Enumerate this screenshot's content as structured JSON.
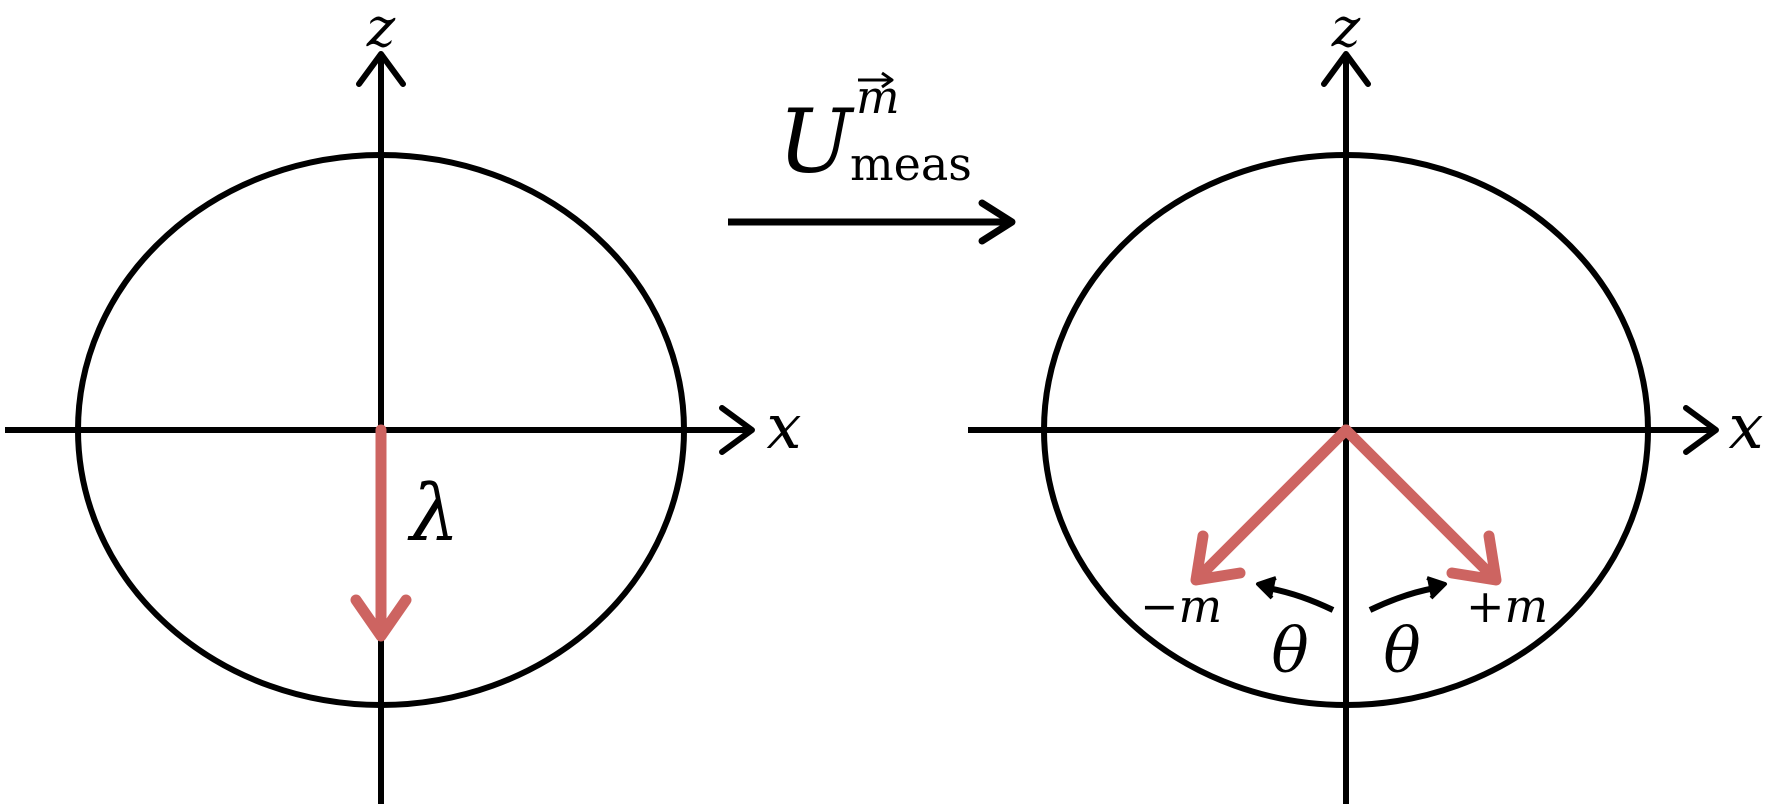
{
  "colors": {
    "axis": "#000000",
    "vector": "#cd6461",
    "background": "#ffffff"
  },
  "left_diagram": {
    "z_label": "z",
    "x_label": "x",
    "vector_label": "λ"
  },
  "transition": {
    "operator_base": "U",
    "operator_superscript": "m",
    "operator_subscript": "meas"
  },
  "right_diagram": {
    "z_label": "z",
    "x_label": "x",
    "minus_label": "−m",
    "plus_label": "+m",
    "angle_left": "θ",
    "angle_right": "θ"
  }
}
